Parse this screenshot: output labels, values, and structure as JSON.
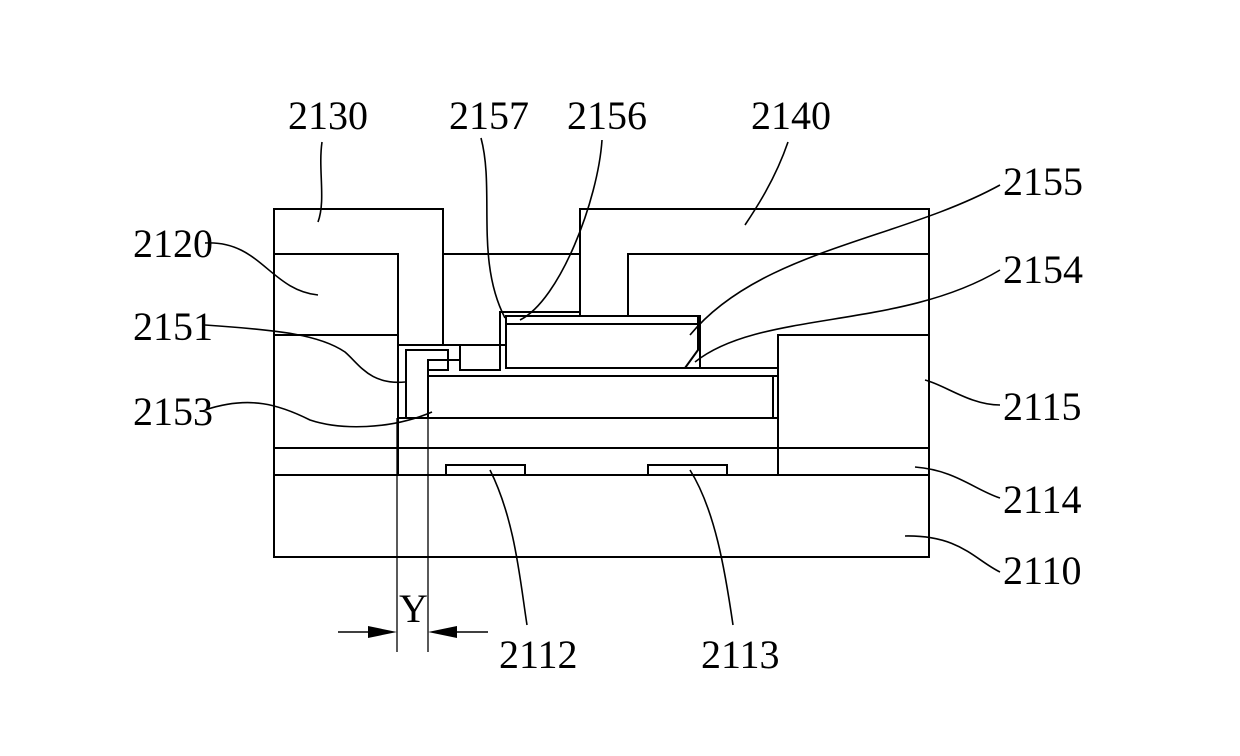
{
  "diagram": {
    "type": "cross-section",
    "labels": {
      "l2130": "2130",
      "l2157": "2157",
      "l2156": "2156",
      "l2140": "2140",
      "l2155": "2155",
      "l2154": "2154",
      "l2120": "2120",
      "l2151": "2151",
      "l2153": "2153",
      "l2115": "2115",
      "l2114": "2114",
      "l2110": "2110",
      "l2112": "2112",
      "l2113": "2113",
      "dimY": "Y"
    }
  }
}
